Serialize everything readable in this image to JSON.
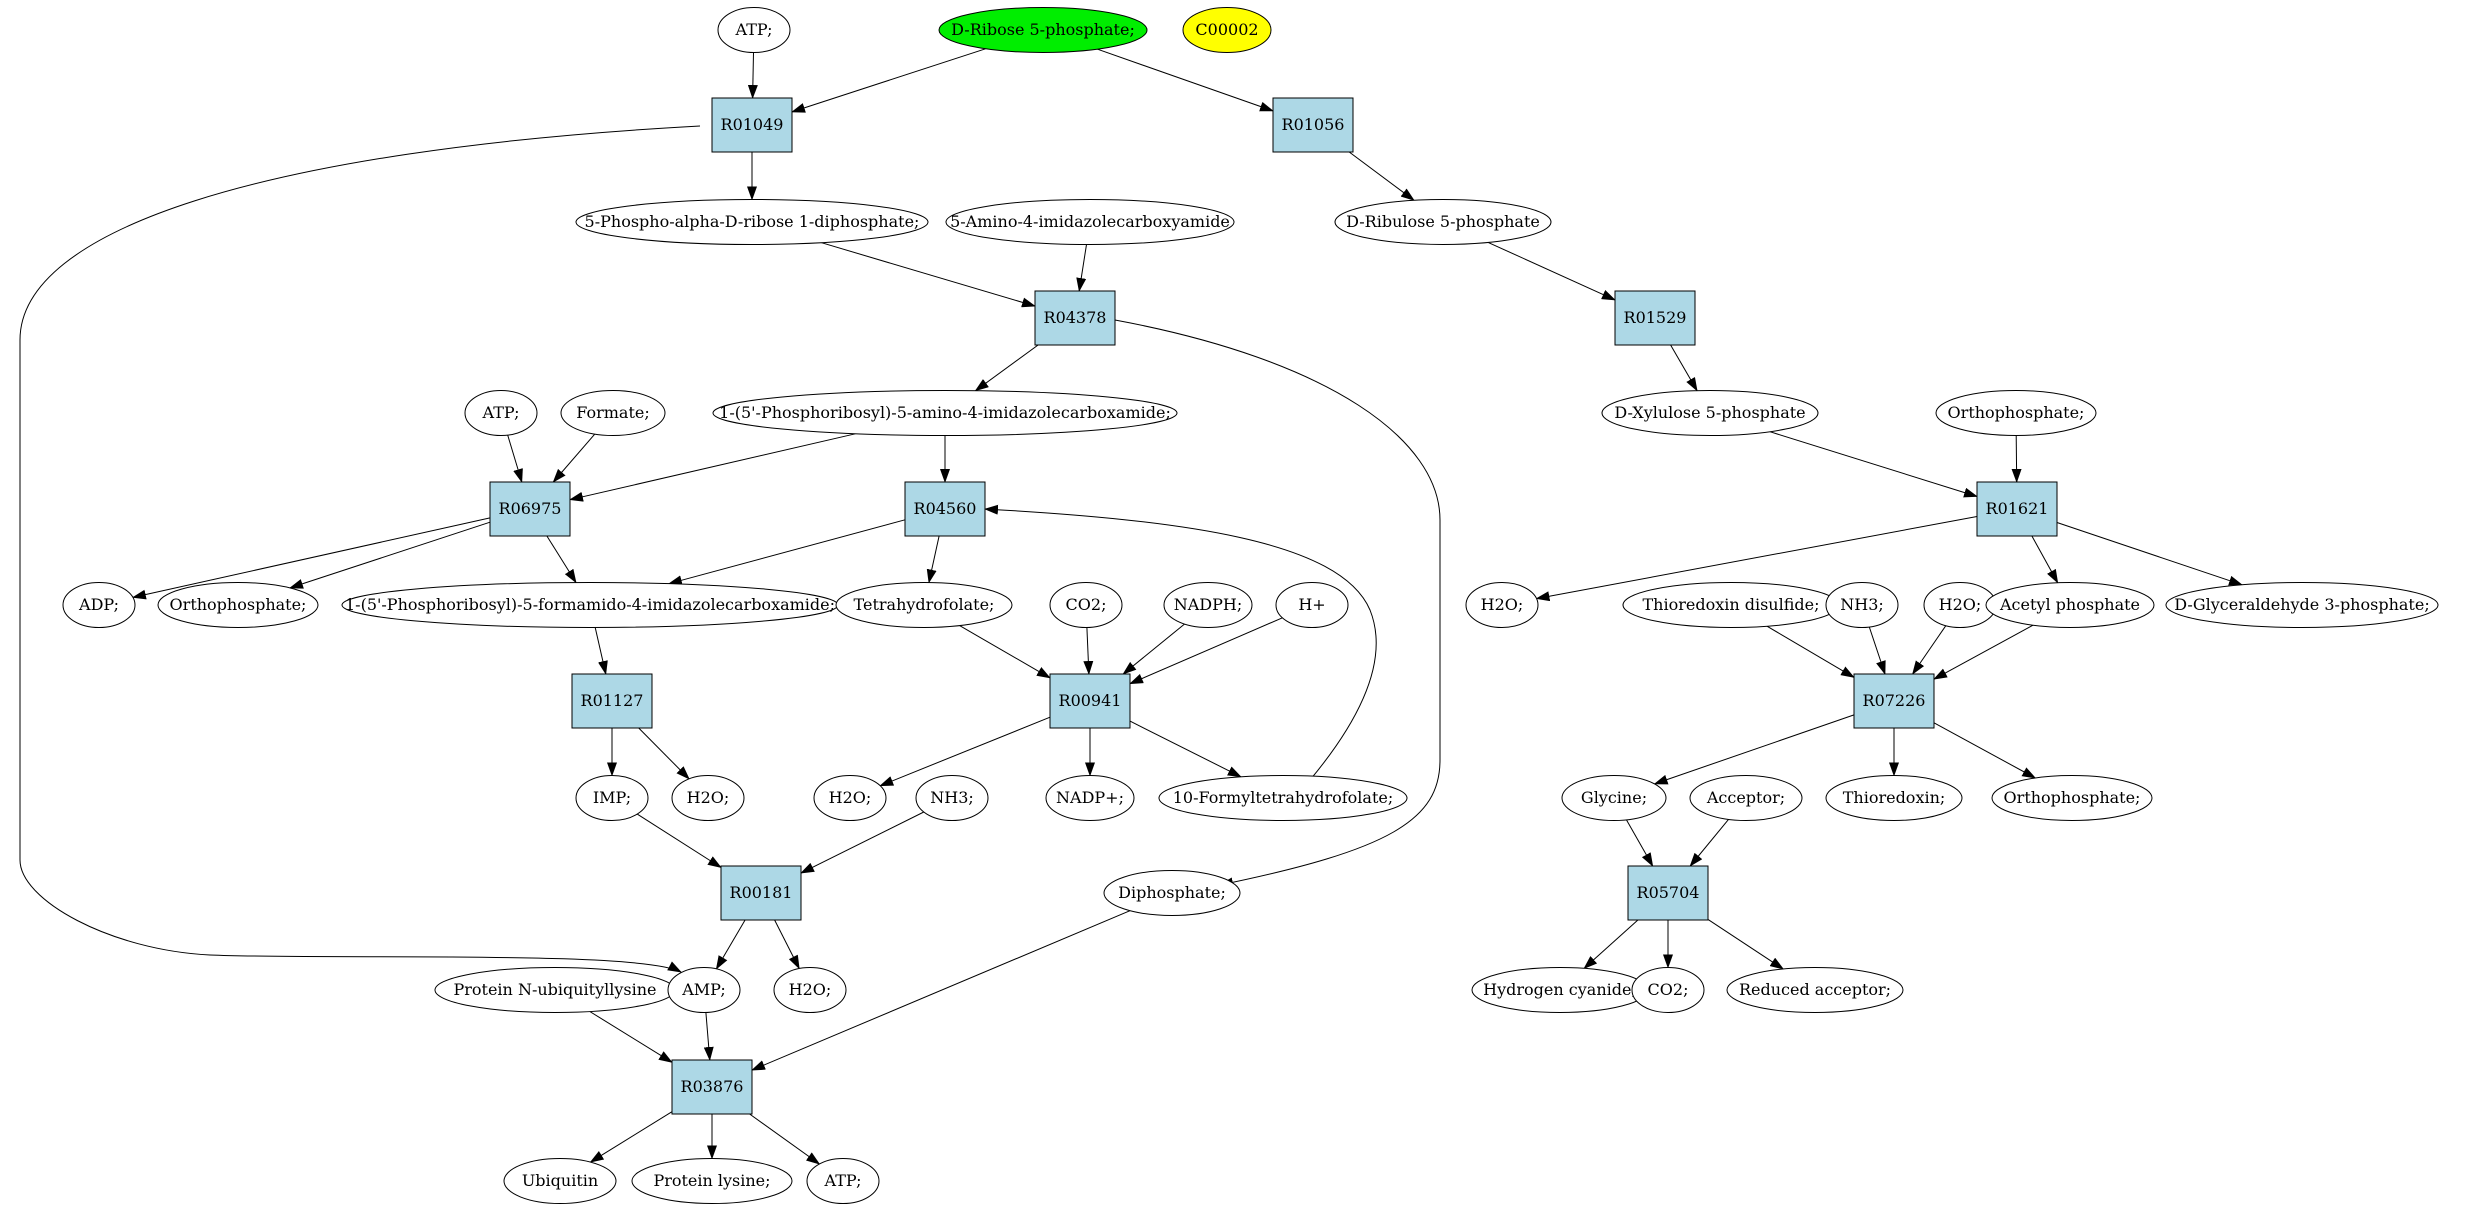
{
  "graph": {
    "nodes": {
      "atp_top": {
        "label": "ATP;",
        "kind": "compound",
        "fill": "#ffffff"
      },
      "ribose5p": {
        "label": "D-Ribose 5-phosphate;",
        "kind": "compound",
        "fill": "#00ee00"
      },
      "c00002": {
        "label": "C00002",
        "kind": "compound",
        "fill": "#ffff00"
      },
      "r01049": {
        "label": "R01049",
        "kind": "reaction",
        "fill": "#add8e6"
      },
      "r01056": {
        "label": "R01056",
        "kind": "reaction",
        "fill": "#add8e6"
      },
      "prpp": {
        "label": "5-Phospho-alpha-D-ribose 1-diphosphate;",
        "kind": "compound",
        "fill": "#ffffff"
      },
      "aica": {
        "label": "5-Amino-4-imidazolecarboxyamide",
        "kind": "compound",
        "fill": "#ffffff"
      },
      "ribulose5p": {
        "label": "D-Ribulose 5-phosphate",
        "kind": "compound",
        "fill": "#ffffff"
      },
      "r04378": {
        "label": "R04378",
        "kind": "reaction",
        "fill": "#add8e6"
      },
      "r01529": {
        "label": "R01529",
        "kind": "reaction",
        "fill": "#add8e6"
      },
      "atp2": {
        "label": "ATP;",
        "kind": "compound",
        "fill": "#ffffff"
      },
      "formate": {
        "label": "Formate;",
        "kind": "compound",
        "fill": "#ffffff"
      },
      "aicar": {
        "label": "1-(5'-Phosphoribosyl)-5-amino-4-imidazolecarboxamide;",
        "kind": "compound",
        "fill": "#ffffff"
      },
      "xylulose5p": {
        "label": "D-Xylulose 5-phosphate",
        "kind": "compound",
        "fill": "#ffffff"
      },
      "orthophos_a": {
        "label": "Orthophosphate;",
        "kind": "compound",
        "fill": "#ffffff"
      },
      "r06975": {
        "label": "R06975",
        "kind": "reaction",
        "fill": "#add8e6"
      },
      "r04560": {
        "label": "R04560",
        "kind": "reaction",
        "fill": "#add8e6"
      },
      "r01621": {
        "label": "R01621",
        "kind": "reaction",
        "fill": "#add8e6"
      },
      "adp": {
        "label": "ADP;",
        "kind": "compound",
        "fill": "#ffffff"
      },
      "orthophos_b": {
        "label": "Orthophosphate;",
        "kind": "compound",
        "fill": "#ffffff"
      },
      "faicar": {
        "label": "1-(5'-Phosphoribosyl)-5-formamido-4-imidazolecarboxamide;",
        "kind": "compound",
        "fill": "#ffffff"
      },
      "thf": {
        "label": "Tetrahydrofolate;",
        "kind": "compound",
        "fill": "#ffffff"
      },
      "co2_a": {
        "label": "CO2;",
        "kind": "compound",
        "fill": "#ffffff"
      },
      "nadph": {
        "label": "NADPH;",
        "kind": "compound",
        "fill": "#ffffff"
      },
      "hplus": {
        "label": "H+",
        "kind": "compound",
        "fill": "#ffffff"
      },
      "h2o_a": {
        "label": "H2O;",
        "kind": "compound",
        "fill": "#ffffff"
      },
      "trx_disulfide": {
        "label": "Thioredoxin disulfide;",
        "kind": "compound",
        "fill": "#ffffff"
      },
      "nh3_a": {
        "label": "NH3;",
        "kind": "compound",
        "fill": "#ffffff"
      },
      "h2o_b": {
        "label": "H2O;",
        "kind": "compound",
        "fill": "#ffffff"
      },
      "acetylp": {
        "label": "Acetyl phosphate",
        "kind": "compound",
        "fill": "#ffffff"
      },
      "g3p": {
        "label": "D-Glyceraldehyde 3-phosphate;",
        "kind": "compound",
        "fill": "#ffffff"
      },
      "r01127": {
        "label": "R01127",
        "kind": "reaction",
        "fill": "#add8e6"
      },
      "r00941": {
        "label": "R00941",
        "kind": "reaction",
        "fill": "#add8e6"
      },
      "r07226": {
        "label": "R07226",
        "kind": "reaction",
        "fill": "#add8e6"
      },
      "imp": {
        "label": "IMP;",
        "kind": "compound",
        "fill": "#ffffff"
      },
      "h2o_c": {
        "label": "H2O;",
        "kind": "compound",
        "fill": "#ffffff"
      },
      "h2o_d": {
        "label": "H2O;",
        "kind": "compound",
        "fill": "#ffffff"
      },
      "nh3_b": {
        "label": "NH3;",
        "kind": "compound",
        "fill": "#ffffff"
      },
      "nadp": {
        "label": "NADP+;",
        "kind": "compound",
        "fill": "#ffffff"
      },
      "fthf": {
        "label": "10-Formyltetrahydrofolate;",
        "kind": "compound",
        "fill": "#ffffff"
      },
      "glycine": {
        "label": "Glycine;",
        "kind": "compound",
        "fill": "#ffffff"
      },
      "acceptor": {
        "label": "Acceptor;",
        "kind": "compound",
        "fill": "#ffffff"
      },
      "thioredoxin": {
        "label": "Thioredoxin;",
        "kind": "compound",
        "fill": "#ffffff"
      },
      "orthophos_c": {
        "label": "Orthophosphate;",
        "kind": "compound",
        "fill": "#ffffff"
      },
      "r00181": {
        "label": "R00181",
        "kind": "reaction",
        "fill": "#add8e6"
      },
      "diphosphate": {
        "label": "Diphosphate;",
        "kind": "compound",
        "fill": "#ffffff"
      },
      "r05704": {
        "label": "R05704",
        "kind": "reaction",
        "fill": "#add8e6"
      },
      "protein_nub": {
        "label": "Protein N-ubiquityllysine",
        "kind": "compound",
        "fill": "#ffffff"
      },
      "amp": {
        "label": "AMP;",
        "kind": "compound",
        "fill": "#ffffff"
      },
      "h2o_e": {
        "label": "H2O;",
        "kind": "compound",
        "fill": "#ffffff"
      },
      "hcn": {
        "label": "Hydrogen cyanide;",
        "kind": "compound",
        "fill": "#ffffff"
      },
      "co2_b": {
        "label": "CO2;",
        "kind": "compound",
        "fill": "#ffffff"
      },
      "reduced_acceptor": {
        "label": "Reduced acceptor;",
        "kind": "compound",
        "fill": "#ffffff"
      },
      "r03876": {
        "label": "R03876",
        "kind": "reaction",
        "fill": "#add8e6"
      },
      "ubiquitin": {
        "label": "Ubiquitin",
        "kind": "compound",
        "fill": "#ffffff"
      },
      "protein_lysine": {
        "label": "Protein lysine;",
        "kind": "compound",
        "fill": "#ffffff"
      },
      "atp_bottom": {
        "label": "ATP;",
        "kind": "compound",
        "fill": "#ffffff"
      }
    },
    "edges": [
      [
        "atp_top",
        "r01049"
      ],
      [
        "ribose5p",
        "r01049"
      ],
      [
        "ribose5p",
        "r01056"
      ],
      [
        "r01049",
        "prpp"
      ],
      [
        "r01049",
        "amp"
      ],
      [
        "r01056",
        "ribulose5p"
      ],
      [
        "ribulose5p",
        "r01529"
      ],
      [
        "r01529",
        "xylulose5p"
      ],
      [
        "prpp",
        "r04378"
      ],
      [
        "aica",
        "r04378"
      ],
      [
        "r04378",
        "aicar"
      ],
      [
        "r04378",
        "diphosphate"
      ],
      [
        "atp2",
        "r06975"
      ],
      [
        "formate",
        "r06975"
      ],
      [
        "aicar",
        "r06975"
      ],
      [
        "aicar",
        "r04560"
      ],
      [
        "r06975",
        "adp"
      ],
      [
        "r06975",
        "orthophos_b"
      ],
      [
        "r06975",
        "faicar"
      ],
      [
        "r04560",
        "faicar"
      ],
      [
        "r04560",
        "thf"
      ],
      [
        "fthf",
        "r04560"
      ],
      [
        "xylulose5p",
        "r01621"
      ],
      [
        "orthophos_a",
        "r01621"
      ],
      [
        "r01621",
        "h2o_a"
      ],
      [
        "r01621",
        "acetylp"
      ],
      [
        "r01621",
        "g3p"
      ],
      [
        "faicar",
        "r01127"
      ],
      [
        "r01127",
        "imp"
      ],
      [
        "r01127",
        "h2o_c"
      ],
      [
        "thf",
        "r00941"
      ],
      [
        "co2_a",
        "r00941"
      ],
      [
        "nadph",
        "r00941"
      ],
      [
        "hplus",
        "r00941"
      ],
      [
        "r00941",
        "h2o_d"
      ],
      [
        "r00941",
        "nadp"
      ],
      [
        "r00941",
        "fthf"
      ],
      [
        "trx_disulfide",
        "r07226"
      ],
      [
        "nh3_a",
        "r07226"
      ],
      [
        "h2o_b",
        "r07226"
      ],
      [
        "acetylp",
        "r07226"
      ],
      [
        "r07226",
        "glycine"
      ],
      [
        "r07226",
        "thioredoxin"
      ],
      [
        "r07226",
        "orthophos_c"
      ],
      [
        "imp",
        "r00181"
      ],
      [
        "nh3_b",
        "r00181"
      ],
      [
        "r00181",
        "amp"
      ],
      [
        "r00181",
        "h2o_e"
      ],
      [
        "glycine",
        "r05704"
      ],
      [
        "acceptor",
        "r05704"
      ],
      [
        "r05704",
        "hcn"
      ],
      [
        "r05704",
        "co2_b"
      ],
      [
        "r05704",
        "reduced_acceptor"
      ],
      [
        "protein_nub",
        "r03876"
      ],
      [
        "amp",
        "r03876"
      ],
      [
        "diphosphate",
        "r03876"
      ],
      [
        "r03876",
        "ubiquitin"
      ],
      [
        "r03876",
        "protein_lysine"
      ],
      [
        "r03876",
        "atp_bottom"
      ]
    ]
  }
}
